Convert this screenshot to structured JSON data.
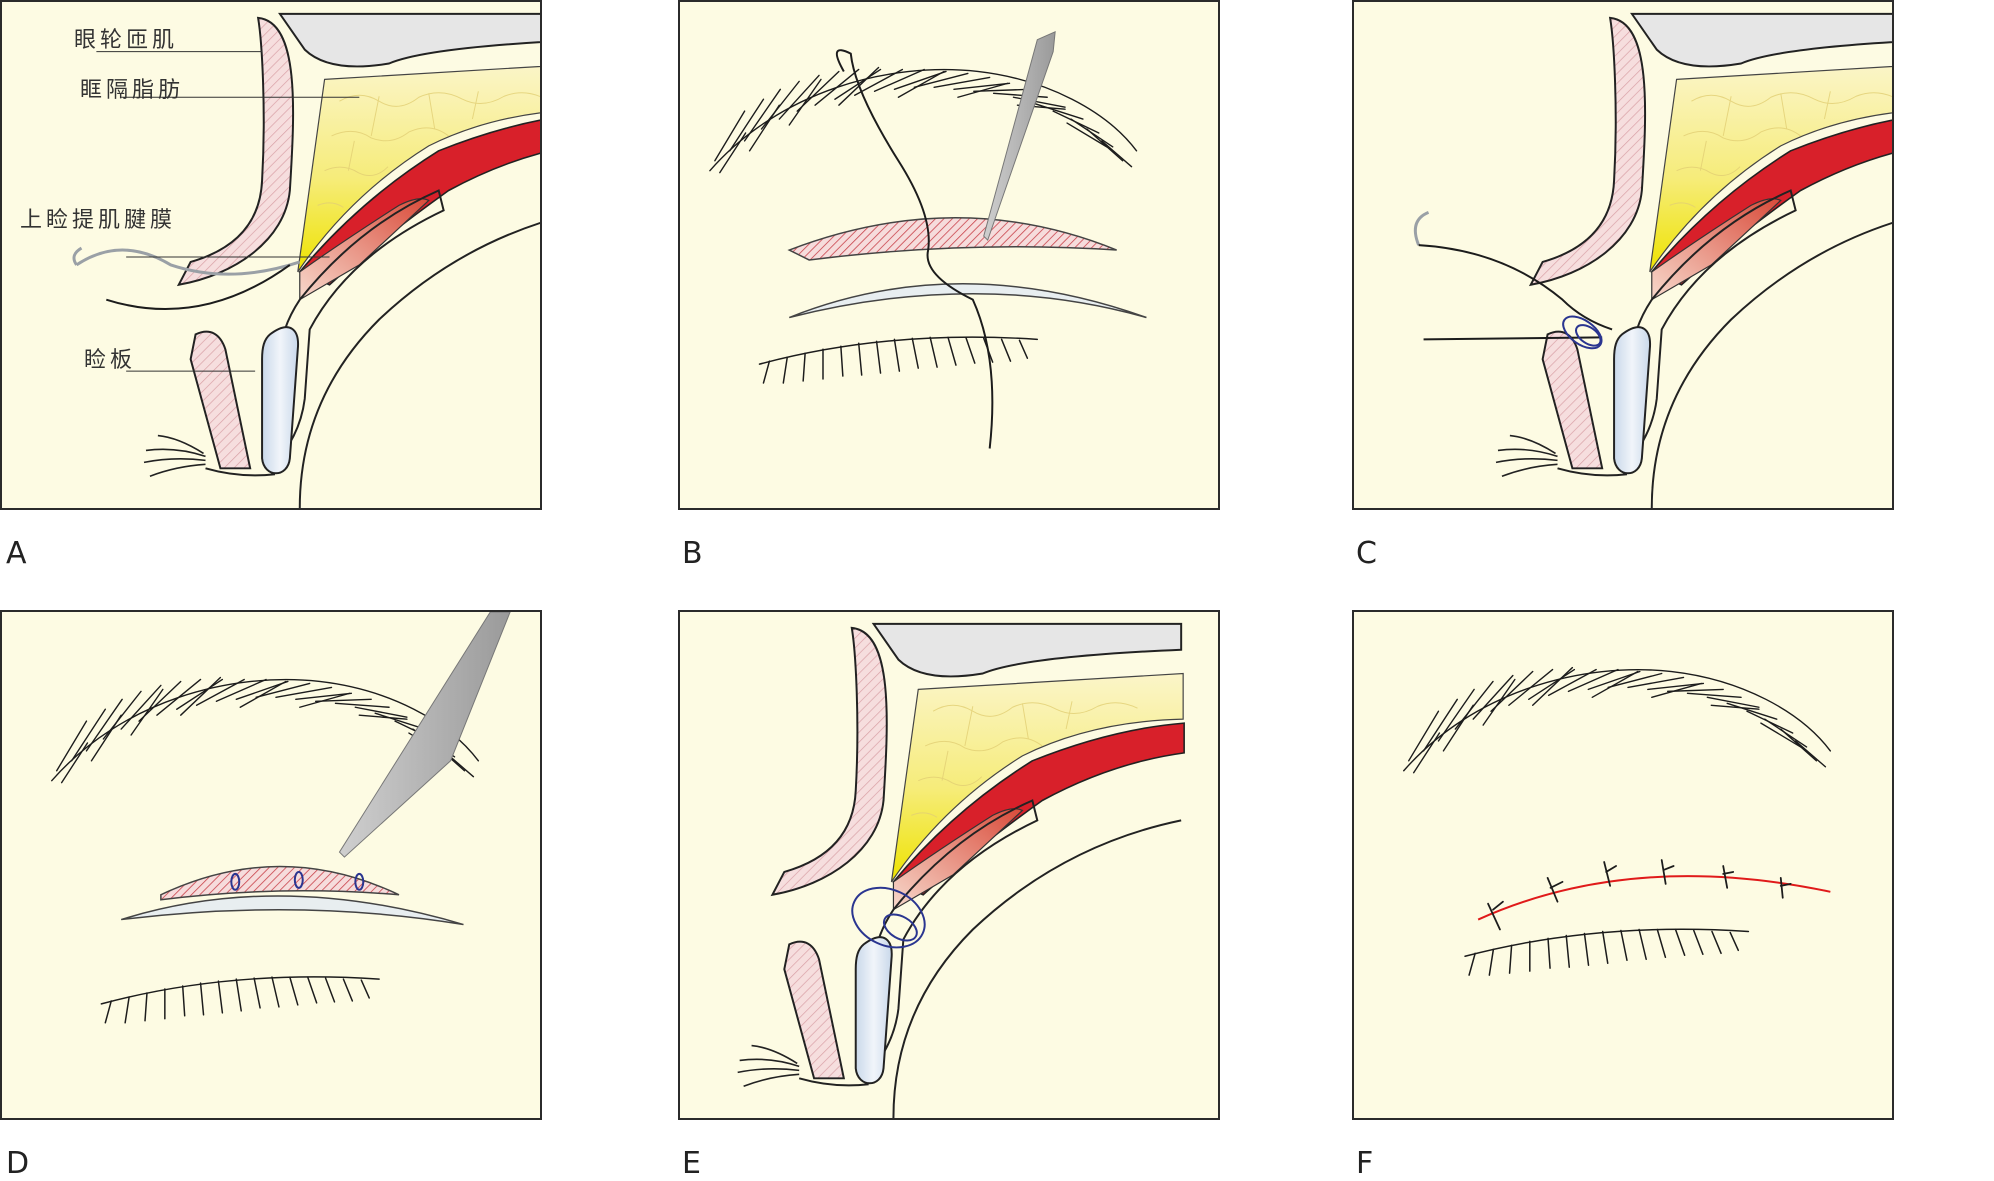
{
  "panels": {
    "A": {
      "label": "A",
      "annotations": {
        "orbicularis": "眼轮匝肌",
        "orbital_fat": "眶隔脂肪",
        "levator": "上睑提肌腱膜",
        "tarsus": "睑板"
      }
    },
    "B": {
      "label": "B"
    },
    "C": {
      "label": "C"
    },
    "D": {
      "label": "D"
    },
    "E": {
      "label": "E"
    },
    "F": {
      "label": "F"
    }
  },
  "colors": {
    "background": "#fdfbe3",
    "fat": "#f4ea60",
    "muscle": "#d8202a",
    "aponeurosis": "#e9a282",
    "bone": "#e6e6e6",
    "orbicularis": "#f6dede",
    "tarsus": "#dbe6f2",
    "suture_loop": "#2a3590",
    "incision_line": "#e01a1a"
  }
}
